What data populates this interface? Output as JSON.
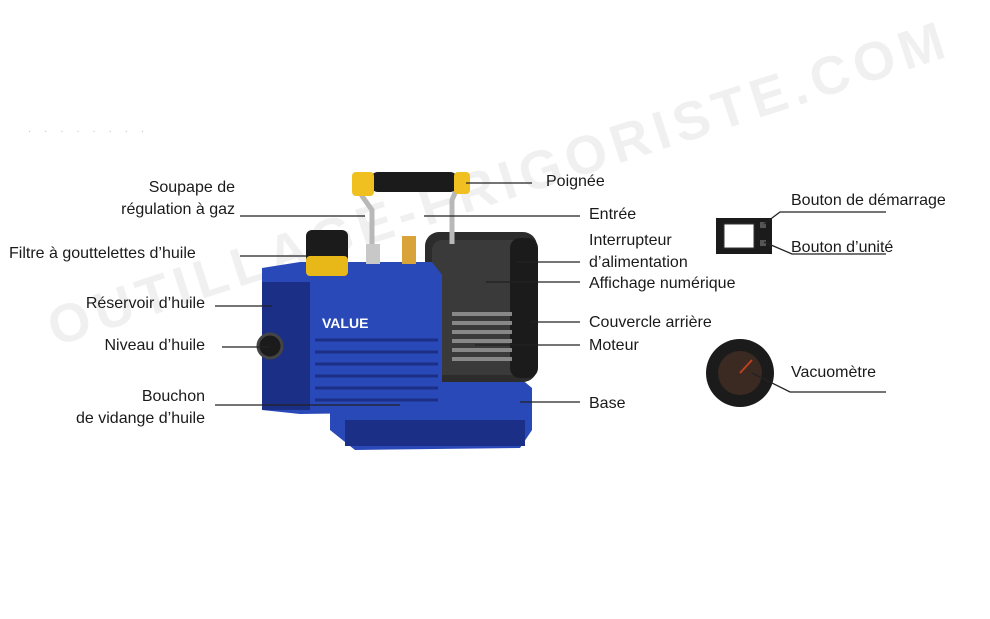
{
  "watermark": "OUTILLAGE-FRIGORISTE.COM",
  "labels": {
    "soupape_line1": "Soupape de",
    "soupape_line2": "régulation à gaz",
    "filtre": "Filtre à gouttelettes d’huile",
    "reservoir": "Réservoir d’huile",
    "niveau": "Niveau d’huile",
    "bouchon_line1": "Bouchon",
    "bouchon_line2": "de vidange d’huile",
    "poignee": "Poignée",
    "entree": "Entrée",
    "interrupteur_line1": "Interrupteur",
    "interrupteur_line2": "d’alimentation",
    "affichage": "Affichage numérique",
    "couvercle": "Couvercle arrière",
    "moteur": "Moteur",
    "base": "Base",
    "bouton_demarrage": "Bouton de démarrage",
    "bouton_unite": "Bouton d’unité",
    "vacuometre": "Vacuomètre"
  },
  "brand": "VALUE",
  "colors": {
    "pump_blue": "#2a49b8",
    "pump_dark": "#1c2f86",
    "handle_yellow": "#f0c020",
    "filter_yellow": "#e8b818",
    "black": "#1b1b1b",
    "motor_grey": "#3a3a3a"
  }
}
